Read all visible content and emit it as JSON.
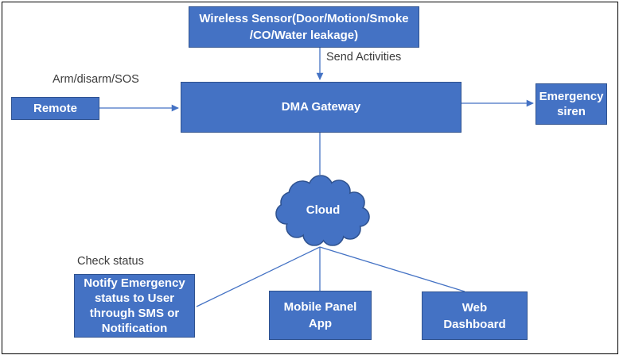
{
  "diagram": {
    "title_context": "Wireless security system architecture diagram",
    "nodes": {
      "wireless_sensor": {
        "label": "Wireless Sensor(Door/Motion/Smoke\n/CO/Water leakage)"
      },
      "dma_gateway": {
        "label": "DMA Gateway"
      },
      "remote": {
        "label": "Remote"
      },
      "emergency_siren": {
        "label": "Emergency\nsiren"
      },
      "cloud": {
        "label": "Cloud"
      },
      "notify_emergency": {
        "label": "Notify Emergency\nstatus to User\nthrough SMS or\nNotification"
      },
      "mobile_panel_app": {
        "label": "Mobile Panel\nApp"
      },
      "web_dashboard": {
        "label": "Web\nDashboard"
      }
    },
    "edge_labels": {
      "send_activities": "Send Activities",
      "arm_disarm_sos": "Arm/disarm/SOS",
      "check_status": "Check status"
    },
    "colors": {
      "node_fill": "#4472C4",
      "node_border": "#2F528F",
      "node_text": "#FFFFFF",
      "connector": "#4472C4",
      "label_text": "#3B3B3B",
      "frame_border": "#000000",
      "background": "#FFFFFF"
    }
  }
}
